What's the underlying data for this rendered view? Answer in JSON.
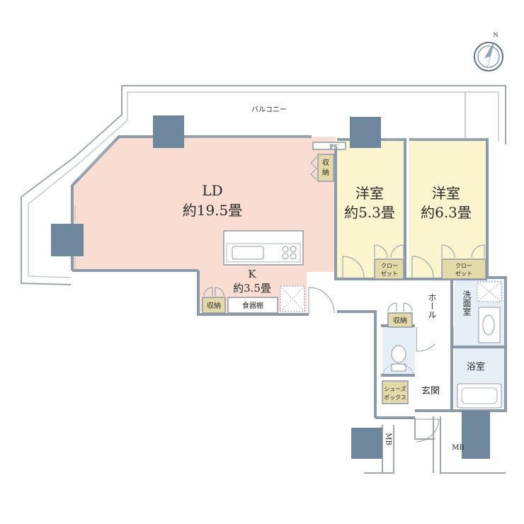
{
  "compass": {
    "north_label": "N"
  },
  "balcony": {
    "label": "バルコニー"
  },
  "ps": {
    "label": "PS"
  },
  "ld": {
    "name": "LD",
    "area": "約19.5畳"
  },
  "kitchen": {
    "name": "K",
    "area": "約3.5畳"
  },
  "storage_ld": {
    "line1": "収",
    "line2": "納"
  },
  "storage_kitchen": {
    "label": "収納"
  },
  "cupboard": {
    "label": "食器棚"
  },
  "western1": {
    "name": "洋室",
    "area": "約5.3畳"
  },
  "western2": {
    "name": "洋室",
    "area": "約6.3畳"
  },
  "closet1": {
    "line1": "クロー",
    "line2": "ゼット"
  },
  "closet2": {
    "line1": "クロー",
    "line2": "ゼット"
  },
  "hall": {
    "label": "ホール"
  },
  "storage_hall": {
    "label": "収納"
  },
  "washroom": {
    "label": "洗面室"
  },
  "bathroom": {
    "label": "浴室"
  },
  "shoebox": {
    "line1": "シューズ",
    "line2": "ボックス"
  },
  "entrance": {
    "label": "玄関"
  },
  "mb_left": {
    "label": "MB"
  },
  "mb_right": {
    "label": "MB"
  },
  "colors": {
    "wall": "#8c9aa8",
    "column": "#6f879d",
    "ld_floor": "#f9ddd3",
    "western_floor": "#fbf5cf",
    "storage_floor": "#e3d9a9",
    "wet_floor": "#e6eef6"
  }
}
